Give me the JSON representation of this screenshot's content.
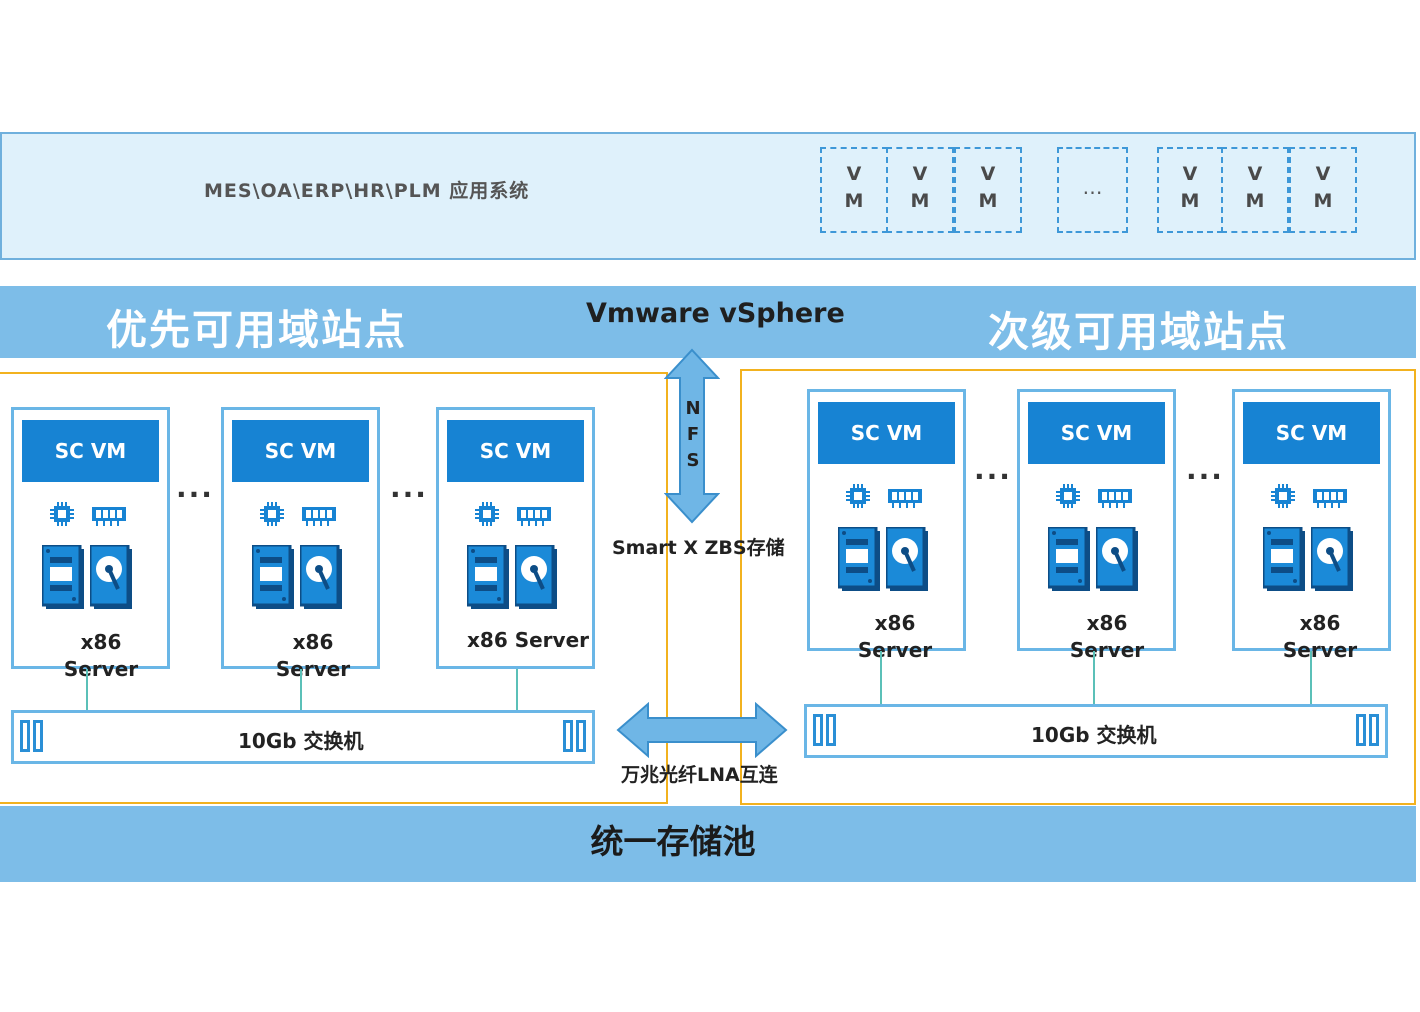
{
  "app_layer": {
    "label": "MES\\OA\\ERP\\HR\\PLM 应用系统",
    "vm_label": "V\nM",
    "ellipsis": "…"
  },
  "vsphere": {
    "primary_site": "优先可用域站点",
    "platform": "Vmware vSphere",
    "secondary_site": "次级可用域站点"
  },
  "server": {
    "sc_vm": "SC VM",
    "label": "x86\nServer",
    "label_inline": "x86 Server"
  },
  "ellipsis_dots": "···",
  "nfs": {
    "letters": [
      "N",
      "F",
      "S"
    ],
    "storage": "Smart X ZBS存储"
  },
  "switch_label": "10Gb 交换机",
  "interconnect": "万兆光纤LNA互连",
  "storage_pool": "统一存储池",
  "colors": {
    "band_light": "#dff1fb",
    "band_blue": "#7dbde8",
    "accent_blue": "#1783d3",
    "site_border": "#f2b21f"
  }
}
